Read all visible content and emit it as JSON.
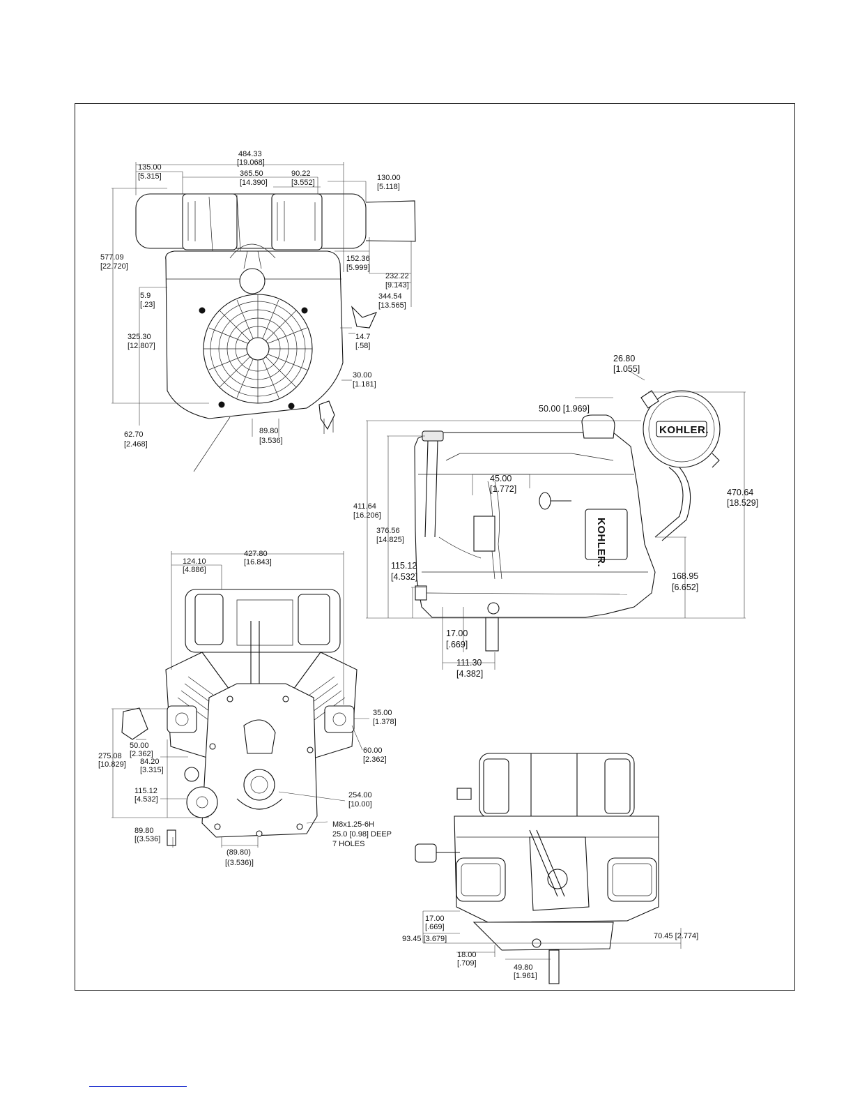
{
  "views": {
    "top": {
      "dims": {
        "d_484_33": "484.33",
        "d_19_068": "[19.068]",
        "d_135_00": "135.00",
        "d_5_315": "[5.315]",
        "d_365_50": "365.50",
        "d_14_390": "[14.390]",
        "d_90_22": "90.22",
        "d_3_552": "[3.552]",
        "d_130_00": "130.00",
        "d_5_118": "[5.118]",
        "d_577_09": "577.09",
        "d_22_720": "[22.720]",
        "d_152_36": "152.36",
        "d_5_999": "[5.999]",
        "d_232_22": "232.22",
        "d_9_143": "[9.143]",
        "d_344_54": "344.54",
        "d_13_565": "[13.565]",
        "d_5_9": "5.9",
        "d_0_23": "[.23]",
        "d_325_30": "325.30",
        "d_12_807": "[12.807]",
        "d_14_7": "14.7",
        "d_0_58": "[.58]",
        "d_30_00": "30.00",
        "d_1_181": "[1.181]",
        "d_62_70": "62.70",
        "d_2_468": "[2.468]",
        "d_89_80": "89.80",
        "d_3_536": "[3.536]"
      }
    },
    "side": {
      "logo": "KOHLER.",
      "dims": {
        "d_26_80": "26.80",
        "d_1_055": "[1.055]",
        "d_50_00": "50.00 [1.969]",
        "d_470_64": "470.64",
        "d_18_529": "[18.529]",
        "d_411_64": "411.64",
        "d_16_206": "[16.206]",
        "d_45_00": "45.00",
        "d_1_772": "[1.772]",
        "d_376_56": "376.56",
        "d_14_825": "[14.825]",
        "d_115_12": "115.12",
        "d_4_532": "[4.532]",
        "d_168_95": "168.95",
        "d_6_652": "[6.652]",
        "d_17_00": "17.00",
        "d_0_669": "[.669]",
        "d_111_30": "111.30",
        "d_4_382": "[4.382]"
      }
    },
    "front": {
      "dims": {
        "d_427_80": "427.80",
        "d_16_843": "[16.843]",
        "d_124_10": "124.10",
        "d_4_886": "[4.886]",
        "d_35_00": "35.00",
        "d_1_378": "[1.378]",
        "d_60_00": "60.00",
        "d_2_362": "[2.362]",
        "d_50_00": "50.00",
        "d_2_362b": "[2.362]",
        "d_275_08": "275.08",
        "d_10_829": "[10.829]",
        "d_84_20": "84.20",
        "d_3_315": "[3.315]",
        "d_115_12": "115.12",
        "d_4_532": "[4.532]",
        "d_254_00": "254.00",
        "d_10_00": "[10.00]",
        "d_89_80": "89.80",
        "d_3_536": "[(3.536]",
        "d_89_80p": "(89.80)",
        "d_3_536p": "[(3.536)]"
      },
      "note": {
        "line1": "M8x1.25-6H",
        "line2": "25.0 [0.98] DEEP",
        "line3": "7 HOLES"
      }
    },
    "rear": {
      "dims": {
        "d_17_00": "17.00",
        "d_0_669": "[.669]",
        "d_93_45": "93.45 [3.679]",
        "d_70_45": "70.45 [2.774]",
        "d_18_00": "18.00",
        "d_0_709": "[.709]",
        "d_49_80": "49.80",
        "d_1_961": "[1.961]"
      }
    }
  }
}
